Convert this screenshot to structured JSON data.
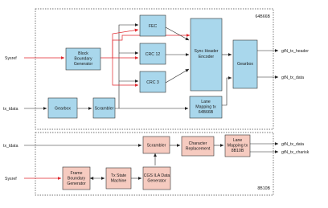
{
  "sections": {
    "top": {
      "name": "64B66B"
    },
    "bottom": {
      "name": "8B10B"
    }
  },
  "inputs": {
    "sysref_top": "Sysref",
    "tx_tdata_top": "tx_tdata",
    "tx_tdata_bottom": "tx_tdata",
    "sysref_bottom": "Sysref"
  },
  "outputs": {
    "gtn_tx_header": "gtN_tx_header",
    "gtn_tx_data_top": "gtN_tx_data",
    "gtn_tx_data_bottom": "gtN_tx_data",
    "gtn_tx_charisk": "gtN_tx_charisk"
  },
  "blocks": {
    "block_boundary": [
      "Block",
      "Boundary",
      "Generator"
    ],
    "fec": [
      "FEC"
    ],
    "crc12": [
      "CRC 12"
    ],
    "crc3": [
      "CRC 3"
    ],
    "sync_header": [
      "Sync Header",
      "Encoder"
    ],
    "gearbox_out": [
      "Gearbox"
    ],
    "gearbox_in": [
      "Gearbox"
    ],
    "scrambler_top": [
      "Scrambler"
    ],
    "lane_map_64": [
      "Lane",
      "Mapping tx",
      "64B66B"
    ],
    "scrambler_bottom": [
      "Scrambler"
    ],
    "char_repl": [
      "Character",
      "Replacement"
    ],
    "lane_map_8": [
      "Lane",
      "Mapping tx",
      "8B10B"
    ],
    "frame_boundary": [
      "Frame",
      "Boundary",
      "Generator"
    ],
    "tx_state": [
      "Tx State",
      "Machine"
    ],
    "cgs_ila": [
      "CGS ILA Data",
      "Generator"
    ]
  },
  "colors": {
    "blue_block": "#a9d7ec",
    "pink_block": "#f6cbc0",
    "red_line": "#e0252b"
  }
}
